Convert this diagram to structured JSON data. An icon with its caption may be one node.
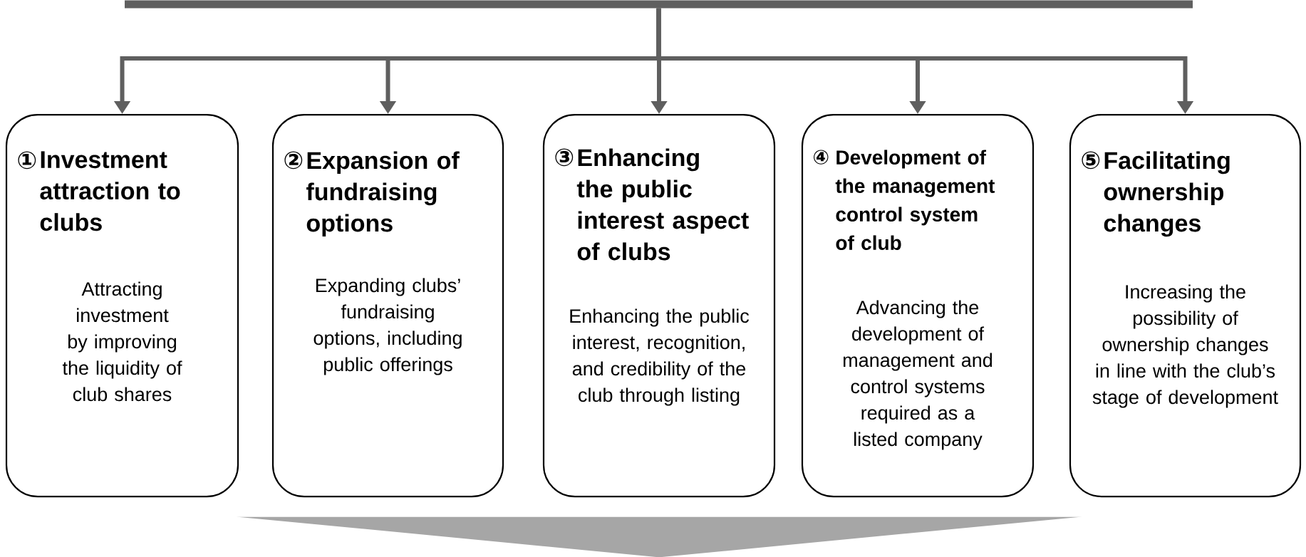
{
  "diagram": {
    "nodes": [
      {
        "text": [],
        "shape": "bar"
      },
      {
        "text": [
          "①",
          "Investment attraction to clubs",
          "Attracting investment by improving the liquidity of club shares"
        ]
      },
      {
        "text": [
          "②",
          "Expansion of fundraising options",
          "Expanding clubs’ fundraising options, including public offerings"
        ]
      },
      {
        "text": [
          "③",
          "Enhancing the public interest aspect of clubs",
          "Enhancing the public interest, recognition, and credibility of the club through listing"
        ]
      },
      {
        "text": [
          "④",
          "Development of the management control system of club",
          "Advancing the development of management and control systems required as a listed company"
        ]
      },
      {
        "text": [
          "⑤",
          "Facilitating ownership changes",
          "Increasing the possibility of ownership changes in line with the club’s stage of development"
        ]
      },
      {
        "text": [],
        "shape": "triangle"
      }
    ],
    "edges": [
      {
        "from": 0,
        "to": 1,
        "arrow": "to"
      },
      {
        "from": 0,
        "to": 2,
        "arrow": "to"
      },
      {
        "from": 0,
        "to": 3,
        "arrow": "to"
      },
      {
        "from": 0,
        "to": 4,
        "arrow": "to"
      },
      {
        "from": 0,
        "to": 5,
        "arrow": "to"
      }
    ]
  }
}
